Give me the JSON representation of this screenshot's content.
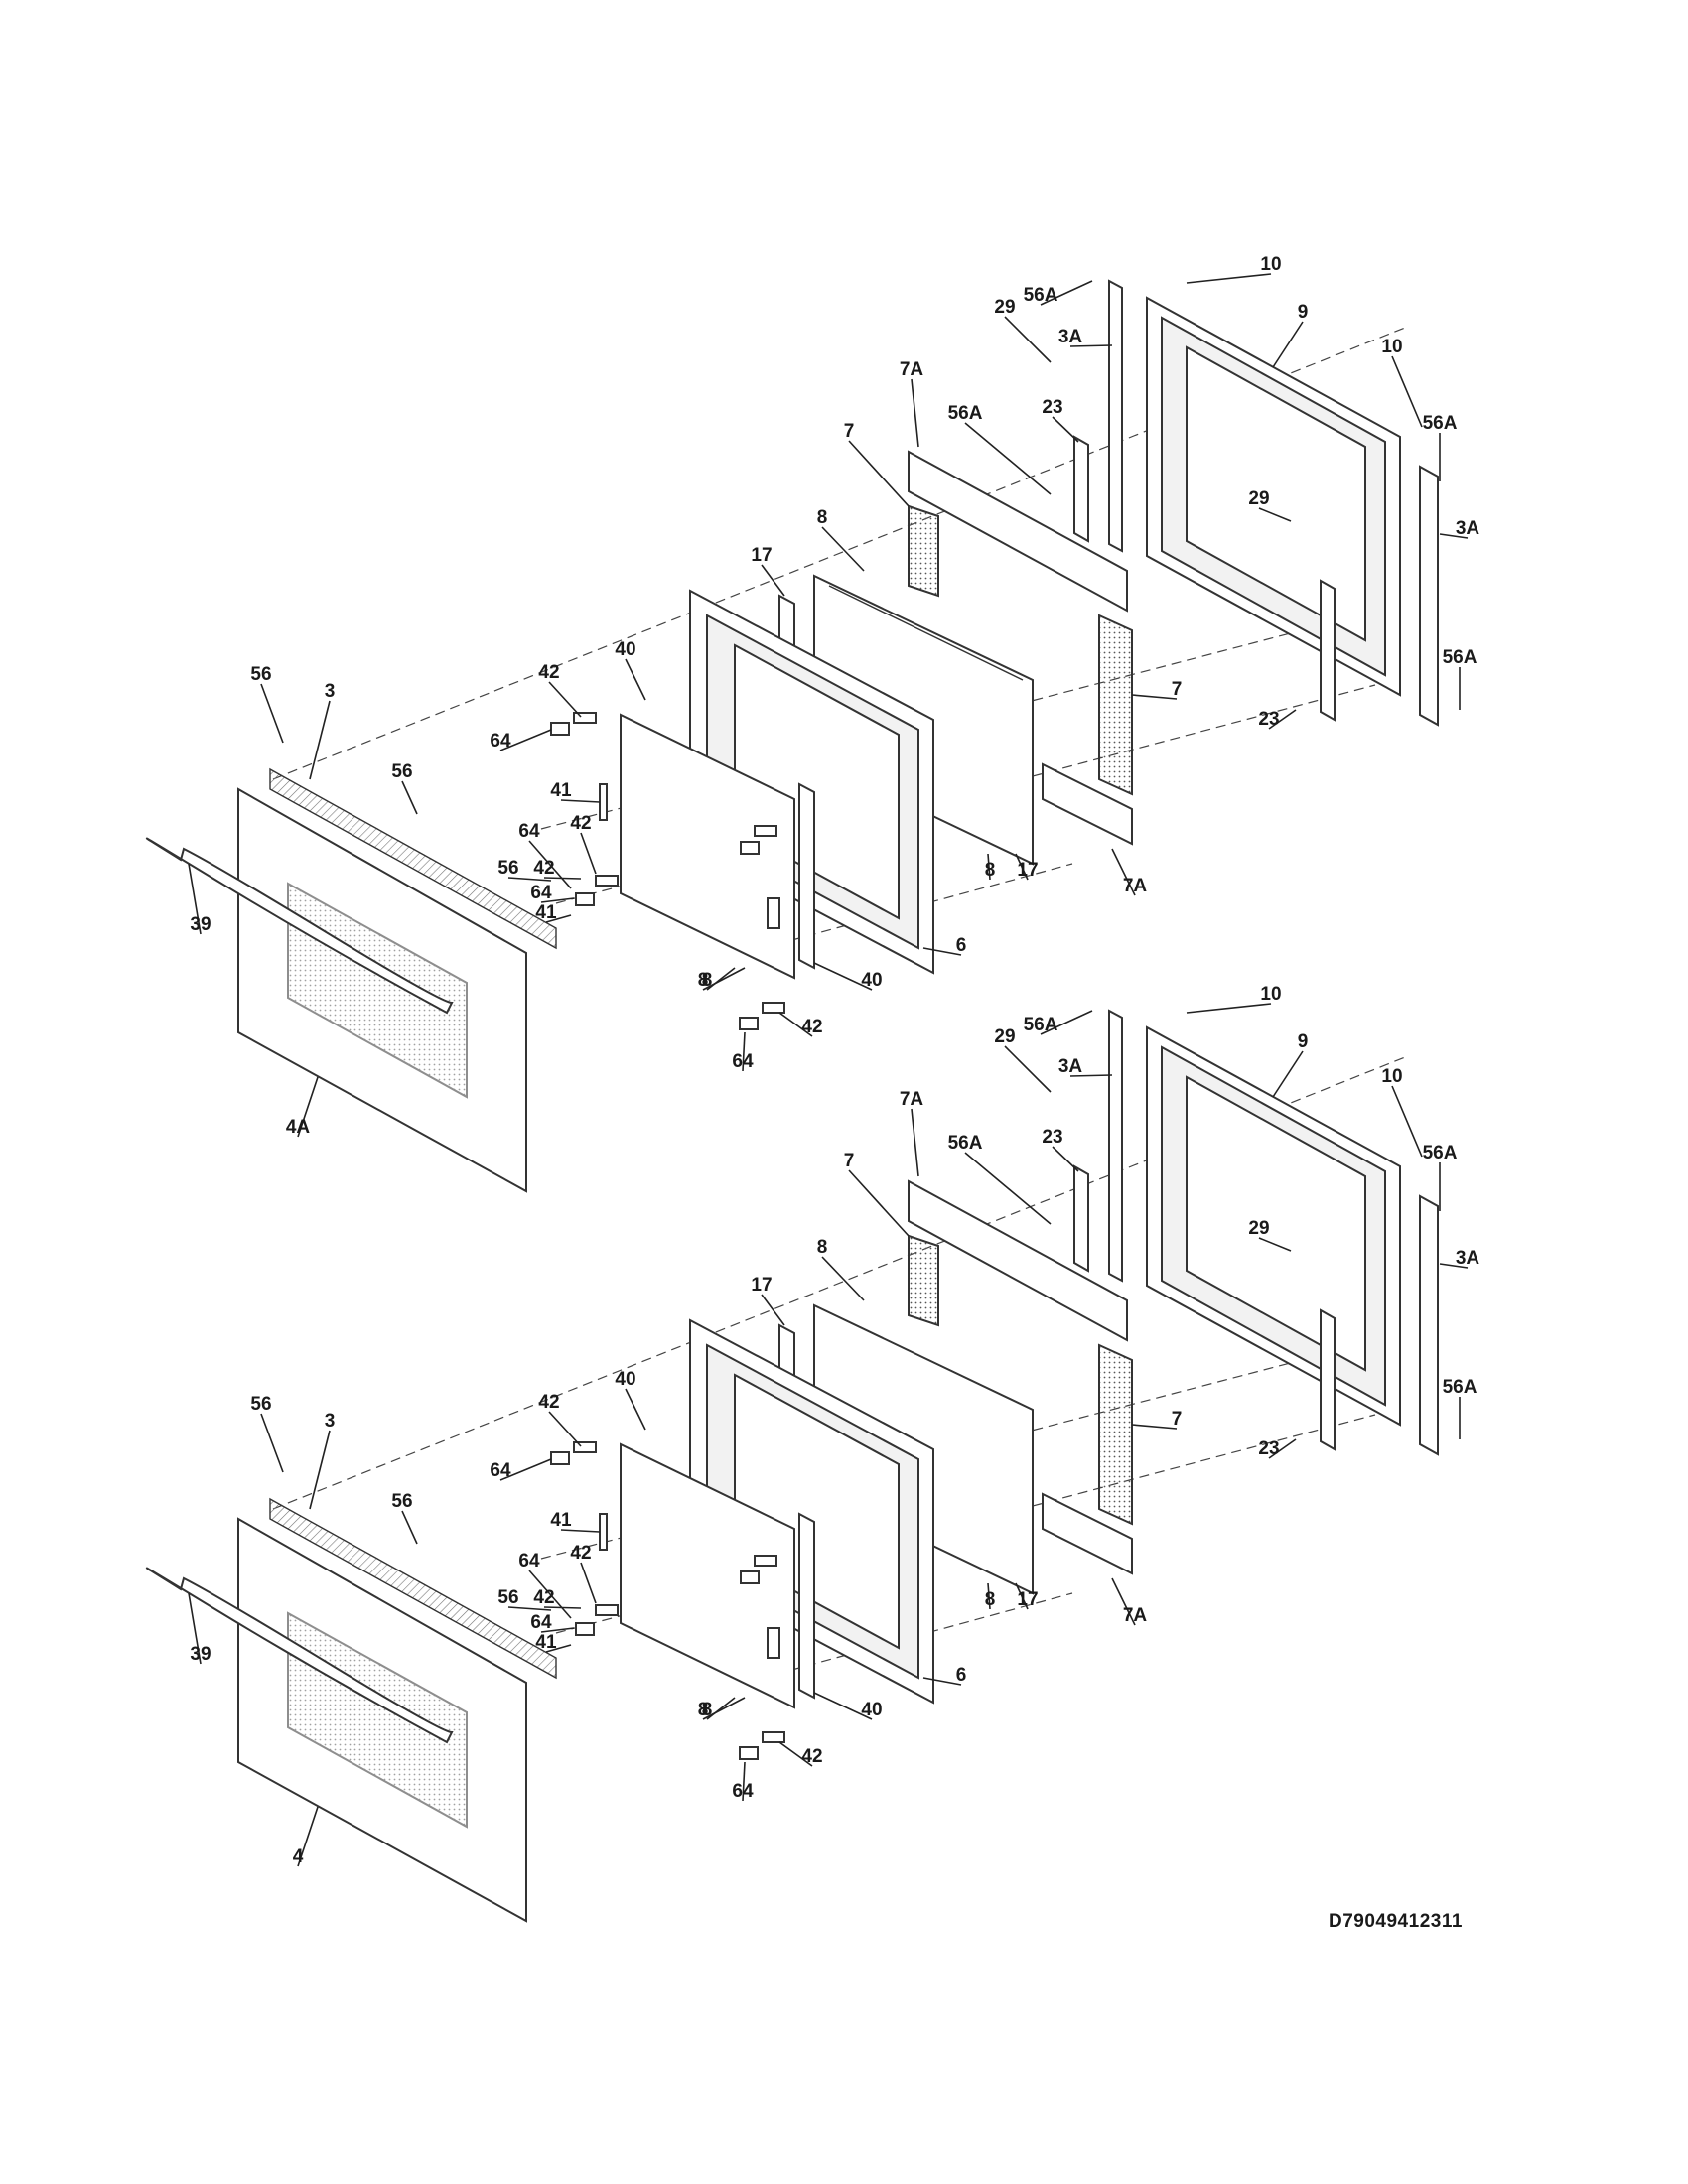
{
  "diagram": {
    "code": "D79049412311",
    "assemblies": [
      {
        "name": "upper-door-assembly",
        "labels": [
          "10",
          "56A",
          "9",
          "29",
          "3A",
          "10",
          "56A",
          "7A",
          "56A",
          "23",
          "29",
          "3A",
          "7",
          "8",
          "17",
          "40",
          "42",
          "56",
          "3",
          "64",
          "56",
          "41",
          "42",
          "64",
          "42",
          "56",
          "64",
          "41",
          "39",
          "8",
          "17",
          "8",
          "7",
          "7A",
          "23",
          "56A",
          "6",
          "40",
          "8",
          "42",
          "64",
          "4A"
        ]
      },
      {
        "name": "lower-door-assembly",
        "labels": [
          "10",
          "56A",
          "9",
          "29",
          "3A",
          "10",
          "56A",
          "7A",
          "56A",
          "23",
          "29",
          "3A",
          "7",
          "8",
          "17",
          "40",
          "42",
          "56",
          "3",
          "64",
          "56",
          "41",
          "42",
          "64",
          "42",
          "56",
          "64",
          "41",
          "39",
          "8",
          "17",
          "8",
          "7",
          "7A",
          "23",
          "56A",
          "6",
          "40",
          "8",
          "42",
          "64",
          "4"
        ]
      }
    ]
  }
}
